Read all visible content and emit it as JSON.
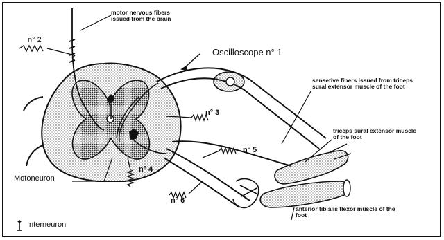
{
  "labels": {
    "motor_fibers": "motor nervous fibers issued from the brain",
    "stim_2": "n° 2",
    "oscilloscope": "Oscilloscope n° 1",
    "sensitive_fibers": "sensetive fibers issued from triceps sural extensor muscle of the foot",
    "stim_3": "n° 3",
    "triceps": "triceps sural extensor muscle of the foot",
    "stim_5": "n° 5",
    "stim_4": "n° 4",
    "motoneuron": "Motoneuron",
    "stim_6": "n° 6",
    "tibialis": "anterior tibialis flexor muscle of the foot",
    "interneuron": "Interneuron"
  },
  "icons": {
    "interneuron_symbol": "interneuron-symbol-icon"
  },
  "colors": {
    "ink": "#111111",
    "grey_matter": "#8a8a8a"
  }
}
